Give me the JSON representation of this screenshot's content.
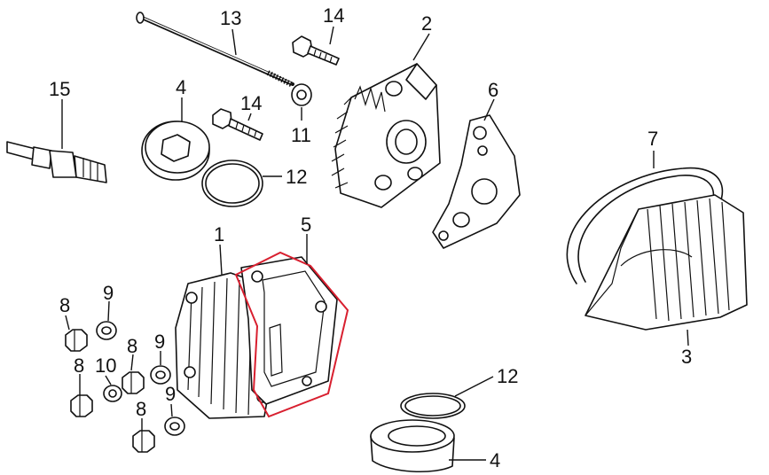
{
  "colors": {
    "line": "#111111",
    "background": "#ffffff",
    "highlight": "#d81f2f"
  },
  "callouts": {
    "c13": "13",
    "c14a": "14",
    "c2": "2",
    "c15": "15",
    "c4a": "4",
    "c14b": "14",
    "c11": "11",
    "c6": "6",
    "c12a": "12",
    "c7": "7",
    "c1": "1",
    "c5": "5",
    "c8a": "8",
    "c9a": "9",
    "c8b": "8",
    "c9b": "9",
    "c10": "10",
    "c8c": "8",
    "c8d": "8",
    "c9c": "9",
    "c12b": "12",
    "c3": "3",
    "c4b": "4"
  },
  "highlighted_part": "5"
}
